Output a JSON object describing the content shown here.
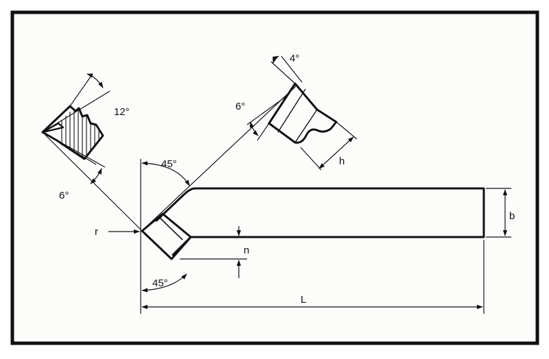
{
  "labels": {
    "angle_side_cutting_edge": "45°",
    "angle_end_cutting_edge": "45°",
    "rake_angle_side": "12°",
    "clearance_angle_side": "6°",
    "clearance_angle_end": "6°",
    "rake_angle_end": "4°",
    "corner_radius": "r",
    "shank_width": "b",
    "shank_height": "h",
    "overall_length": "L",
    "tip_offset": "n"
  }
}
